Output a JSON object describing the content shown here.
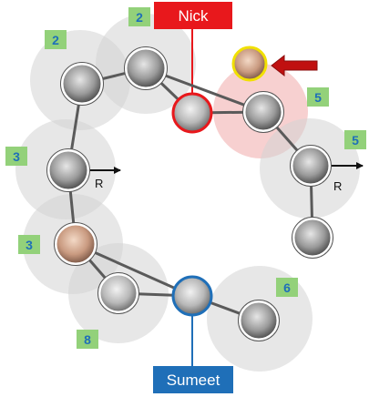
{
  "callouts": {
    "top_name": "Nick",
    "bottom_name": "Sumeet"
  },
  "radius_label": "R",
  "colors": {
    "red": "#e8181c",
    "blue": "#1f6fb8",
    "yellow": "#f1e000",
    "badge_fill": "#93d17a",
    "badge_text": "#1f6fb8",
    "edge": "#5a5a5a",
    "circle_grey": "#d4d4d4",
    "circle_pink": "#f2b7b7",
    "arrow_red": "#c01010"
  },
  "badges": [
    "2",
    "2",
    "5",
    "5",
    "3",
    "3",
    "6",
    "8"
  ],
  "graph": {
    "nodes": [
      {
        "id": "n1",
        "face": "face-icon"
      },
      {
        "id": "n2",
        "face": "face-icon"
      },
      {
        "id": "nick",
        "face": "face-icon",
        "highlight": "red"
      },
      {
        "id": "n4",
        "face": "face-icon"
      },
      {
        "id": "query",
        "face": "face-icon",
        "highlight": "yellow"
      },
      {
        "id": "n6",
        "face": "face-icon"
      },
      {
        "id": "n7",
        "face": "face-icon"
      },
      {
        "id": "n8",
        "face": "face-icon"
      },
      {
        "id": "n9",
        "face": "face-icon"
      },
      {
        "id": "n10",
        "face": "face-icon"
      },
      {
        "id": "sumeet",
        "face": "face-icon",
        "highlight": "blue"
      },
      {
        "id": "n12",
        "face": "face-icon"
      }
    ],
    "edges": [
      [
        "n1",
        "n2"
      ],
      [
        "n2",
        "nick"
      ],
      [
        "n2",
        "n4"
      ],
      [
        "nick",
        "n4"
      ],
      [
        "n4",
        "n6"
      ],
      [
        "n6",
        "n7"
      ],
      [
        "n1",
        "n8"
      ],
      [
        "n8",
        "n9"
      ],
      [
        "n9",
        "n10"
      ],
      [
        "n10",
        "sumeet"
      ],
      [
        "n9",
        "sumeet"
      ],
      [
        "sumeet",
        "n12"
      ]
    ]
  }
}
